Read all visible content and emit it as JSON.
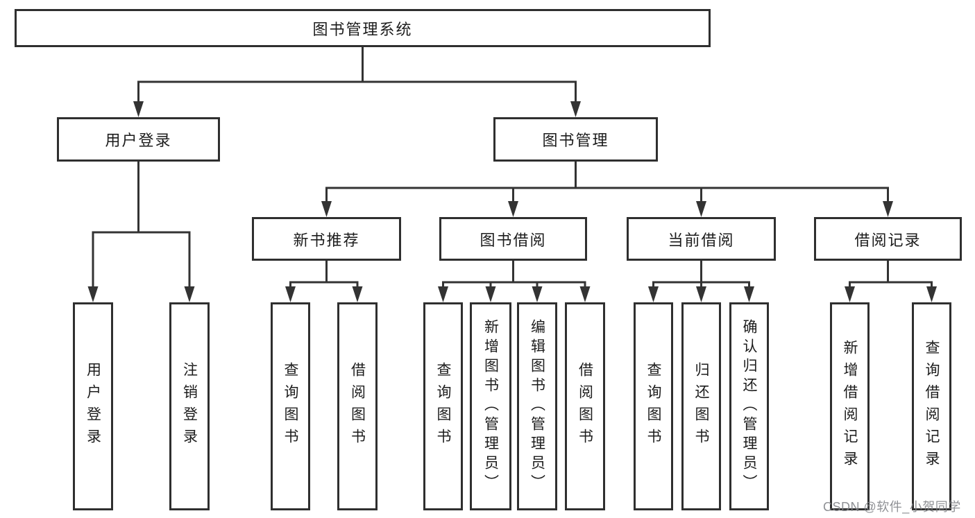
{
  "tree": {
    "root": "图书管理系统",
    "level2": [
      {
        "label": "用户登录",
        "leaves": [
          "用户登录",
          "注销登录"
        ]
      },
      {
        "label": "图书管理"
      }
    ],
    "level3": [
      {
        "label": "新书推荐",
        "leaves": [
          "查询图书",
          "借阅图书"
        ]
      },
      {
        "label": "图书借阅",
        "leaves": [
          "查询图书",
          "新增图书（管理员）",
          "编辑图书（管理员）",
          "借阅图书"
        ]
      },
      {
        "label": "当前借阅",
        "leaves": [
          "查询图书",
          "归还图书",
          "确认归还（管理员）"
        ]
      },
      {
        "label": "借阅记录",
        "leaves": [
          "新增借阅记录",
          "查询借阅记录"
        ]
      }
    ]
  },
  "watermark": {
    "text": "CSDN @软件_小贺同学"
  },
  "colors": {
    "line": "#333333",
    "box_border": "#2f2f2f",
    "text": "#1c1c1c",
    "watermark": "#808286",
    "background": "#ffffff"
  }
}
